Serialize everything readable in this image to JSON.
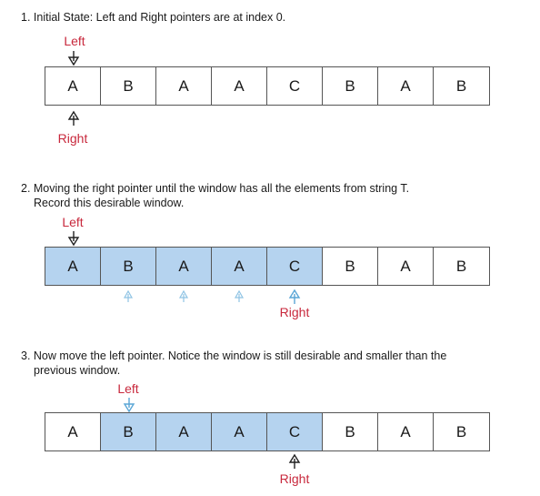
{
  "steps": [
    {
      "caption_line1": "1. Initial State: Left and Right pointers are at index 0.",
      "caption_line2": "",
      "left_label": "Left",
      "right_label": "Right",
      "cells": [
        "A",
        "B",
        "A",
        "A",
        "C",
        "B",
        "A",
        "B"
      ],
      "highlighted": [],
      "left_index": 0,
      "right_index": 0,
      "trail_indices": []
    },
    {
      "caption_line1": "2. Moving the right pointer until the window has all the elements from string T.",
      "caption_line2": "Record this desirable window.",
      "left_label": "Left",
      "right_label": "Right",
      "cells": [
        "A",
        "B",
        "A",
        "A",
        "C",
        "B",
        "A",
        "B"
      ],
      "highlighted": [
        0,
        1,
        2,
        3,
        4
      ],
      "left_index": 0,
      "right_index": 4,
      "trail_indices": [
        1,
        2,
        3
      ]
    },
    {
      "caption_line1": "3. Now move the left pointer. Notice the window is still desirable and smaller than the",
      "caption_line2": "previous window.",
      "left_label": "Left",
      "right_label": "Right",
      "cells": [
        "A",
        "B",
        "A",
        "A",
        "C",
        "B",
        "A",
        "B"
      ],
      "highlighted": [
        1,
        2,
        3,
        4
      ],
      "left_index": 1,
      "right_index": 4,
      "trail_indices": []
    }
  ],
  "colors": {
    "label": "#c8283c",
    "highlight": "#b5d3ef",
    "pointer_dark": "#222222",
    "pointer_blue": "#5aa6d6"
  }
}
